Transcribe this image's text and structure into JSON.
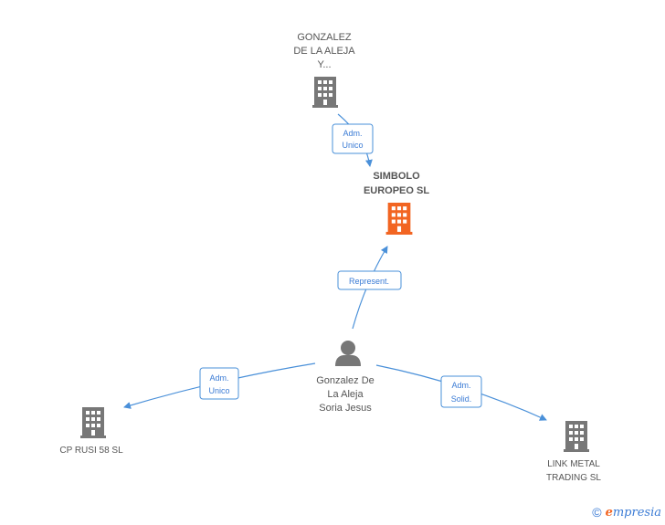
{
  "nodes": {
    "gonzalez_aleja_y": {
      "label_lines": [
        "GONZALEZ",
        "DE LA ALEJA",
        "Y..."
      ],
      "type": "company",
      "color": "#777777"
    },
    "simbolo": {
      "label_lines": [
        "SIMBOLO",
        "EUROPEO SL"
      ],
      "type": "company",
      "color": "#f26522"
    },
    "person": {
      "label_lines": [
        "Gonzalez De",
        "La Aleja",
        "Soria Jesus"
      ],
      "type": "person",
      "color": "#777777"
    },
    "cp_rusi": {
      "label_lines": [
        "CP RUSI 58  SL"
      ],
      "type": "company",
      "color": "#777777"
    },
    "link_metal": {
      "label_lines": [
        "LINK METAL",
        "TRADING  SL"
      ],
      "type": "company",
      "color": "#777777"
    }
  },
  "edges": [
    {
      "id": "adm-unico-top",
      "label_lines": [
        "Adm.",
        "Unico"
      ]
    },
    {
      "id": "represent",
      "label_lines": [
        "Represent."
      ]
    },
    {
      "id": "adm-unico-left",
      "label_lines": [
        "Adm.",
        "Unico"
      ]
    },
    {
      "id": "adm-solid",
      "label_lines": [
        "Adm.",
        "Solid."
      ]
    }
  ],
  "footer": {
    "copyright_symbol": "©",
    "brand_initial": "e",
    "brand_rest": "mpresia"
  },
  "colors": {
    "edge": "#4a90d9",
    "focus": "#f26522",
    "node": "#777777"
  },
  "icons": {
    "company": "building-icon",
    "person": "person-icon"
  }
}
